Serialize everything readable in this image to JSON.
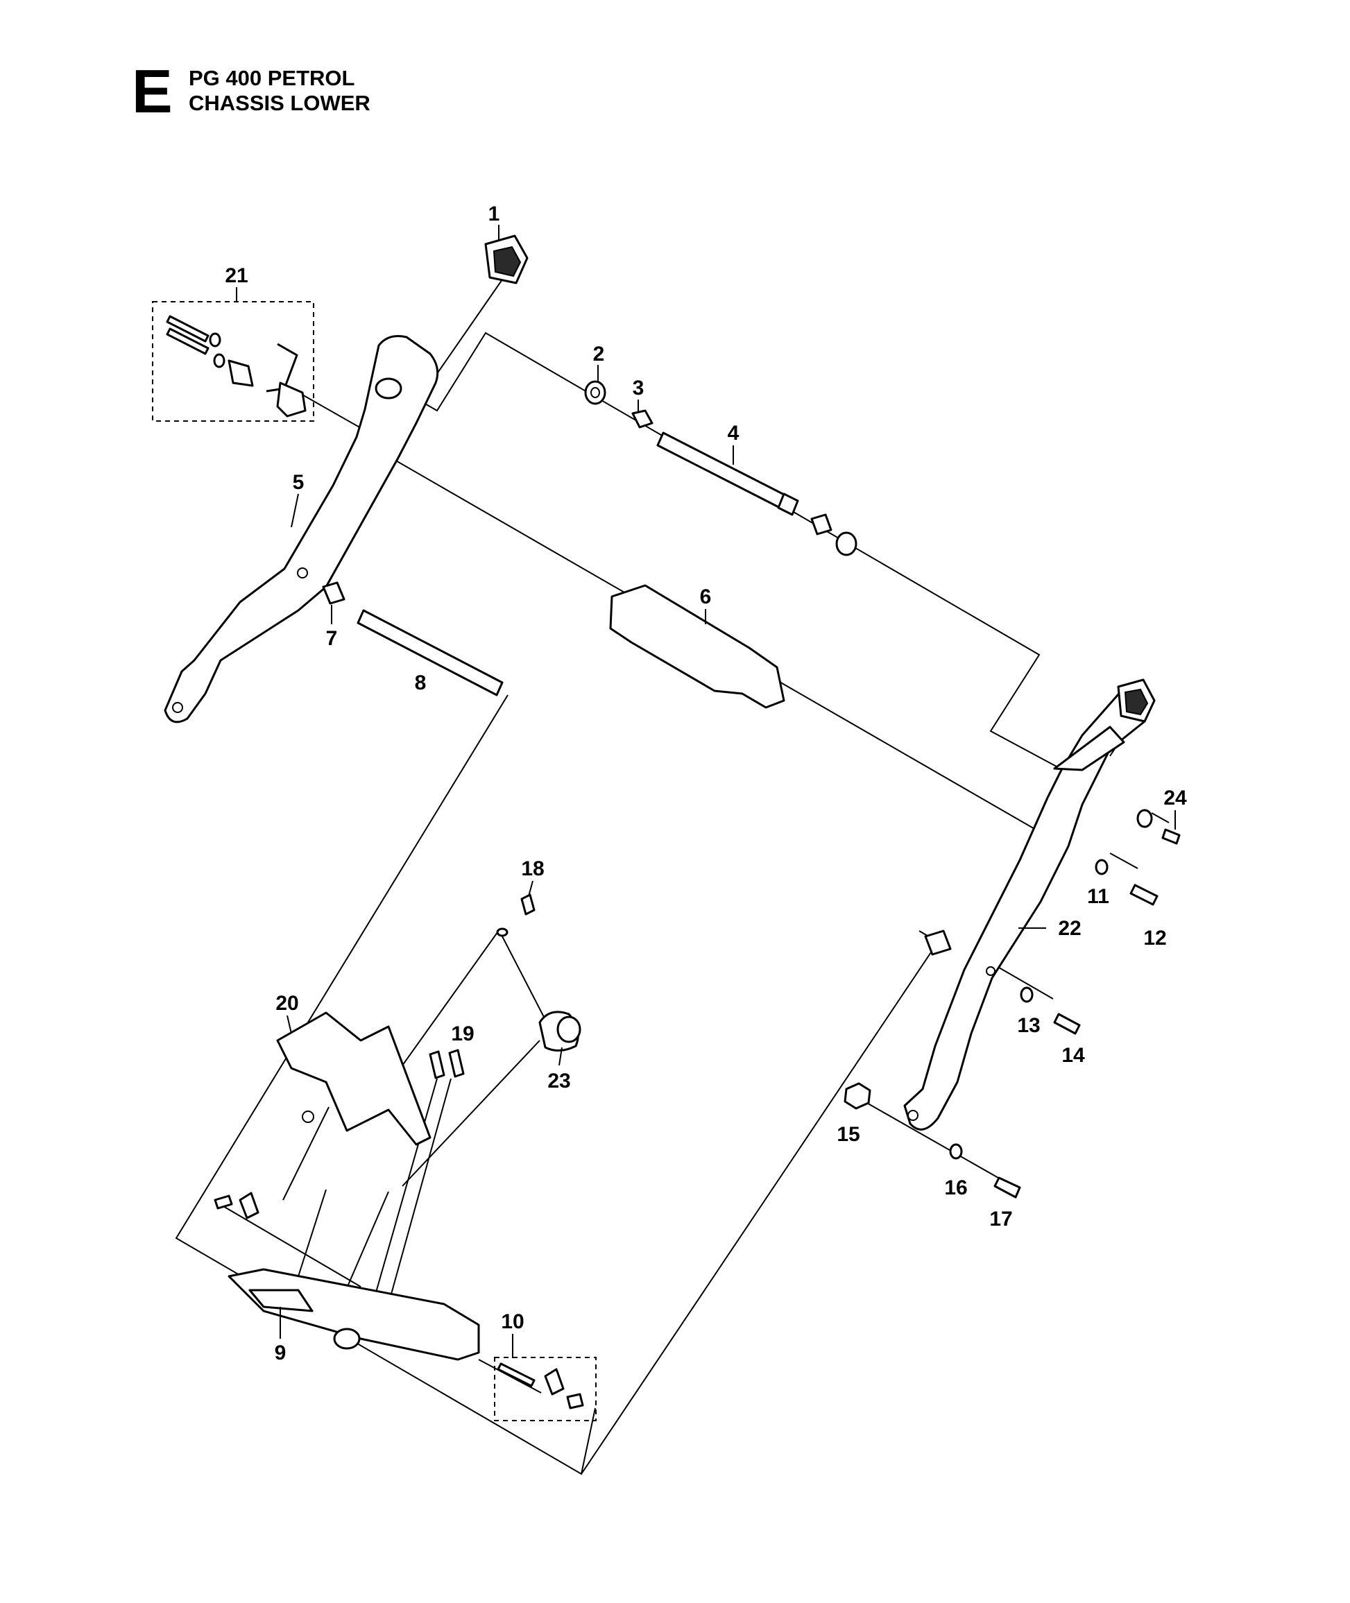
{
  "header": {
    "section_letter": "E",
    "title_line1": "PG 400 PETROL",
    "title_line2": "CHASSIS LOWER"
  },
  "callouts": {
    "c1": "1",
    "c2": "2",
    "c3": "3",
    "c4": "4",
    "c5": "5",
    "c6": "6",
    "c7": "7",
    "c8": "8",
    "c9": "9",
    "c10": "10",
    "c11": "11",
    "c12": "12",
    "c13": "13",
    "c14": "14",
    "c15": "15",
    "c16": "16",
    "c17": "17",
    "c18": "18",
    "c19": "19",
    "c20": "20",
    "c21": "21",
    "c22": "22",
    "c23": "23",
    "c24": "24"
  }
}
